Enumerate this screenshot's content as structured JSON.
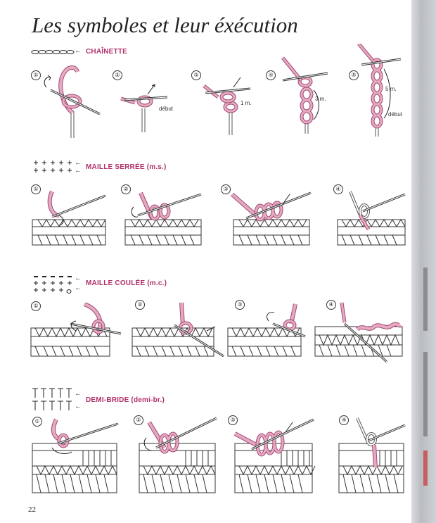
{
  "page": {
    "title": "Les symboles et leur éxécution",
    "number": "22"
  },
  "sections": [
    {
      "id": "chainette",
      "label": "CHAÎNETTE",
      "steps": [
        "①",
        "②",
        "③",
        "④",
        "⑤"
      ],
      "annotations": {
        "debut": "début",
        "one_m": "1 m.",
        "three_m": "3 m.",
        "five_m": "5 m.",
        "debut2": "début"
      }
    },
    {
      "id": "maille-serree",
      "label": "MAILLE SERRÉE (m.s.)",
      "steps": [
        "①",
        "②",
        "③",
        "④"
      ]
    },
    {
      "id": "maille-coulee",
      "label": "MAILLE COULÉE (m.c.)",
      "steps": [
        "①",
        "②",
        "③",
        "④"
      ]
    },
    {
      "id": "demi-bride",
      "label": "DEMI-BRIDE (demi-br.)",
      "steps": [
        "①",
        "②",
        "③",
        "④"
      ]
    }
  ],
  "colors": {
    "yarn": "#e6a9c2",
    "yarn_dark": "#a04a72",
    "accent": "#b0306a",
    "ink": "#222222"
  }
}
